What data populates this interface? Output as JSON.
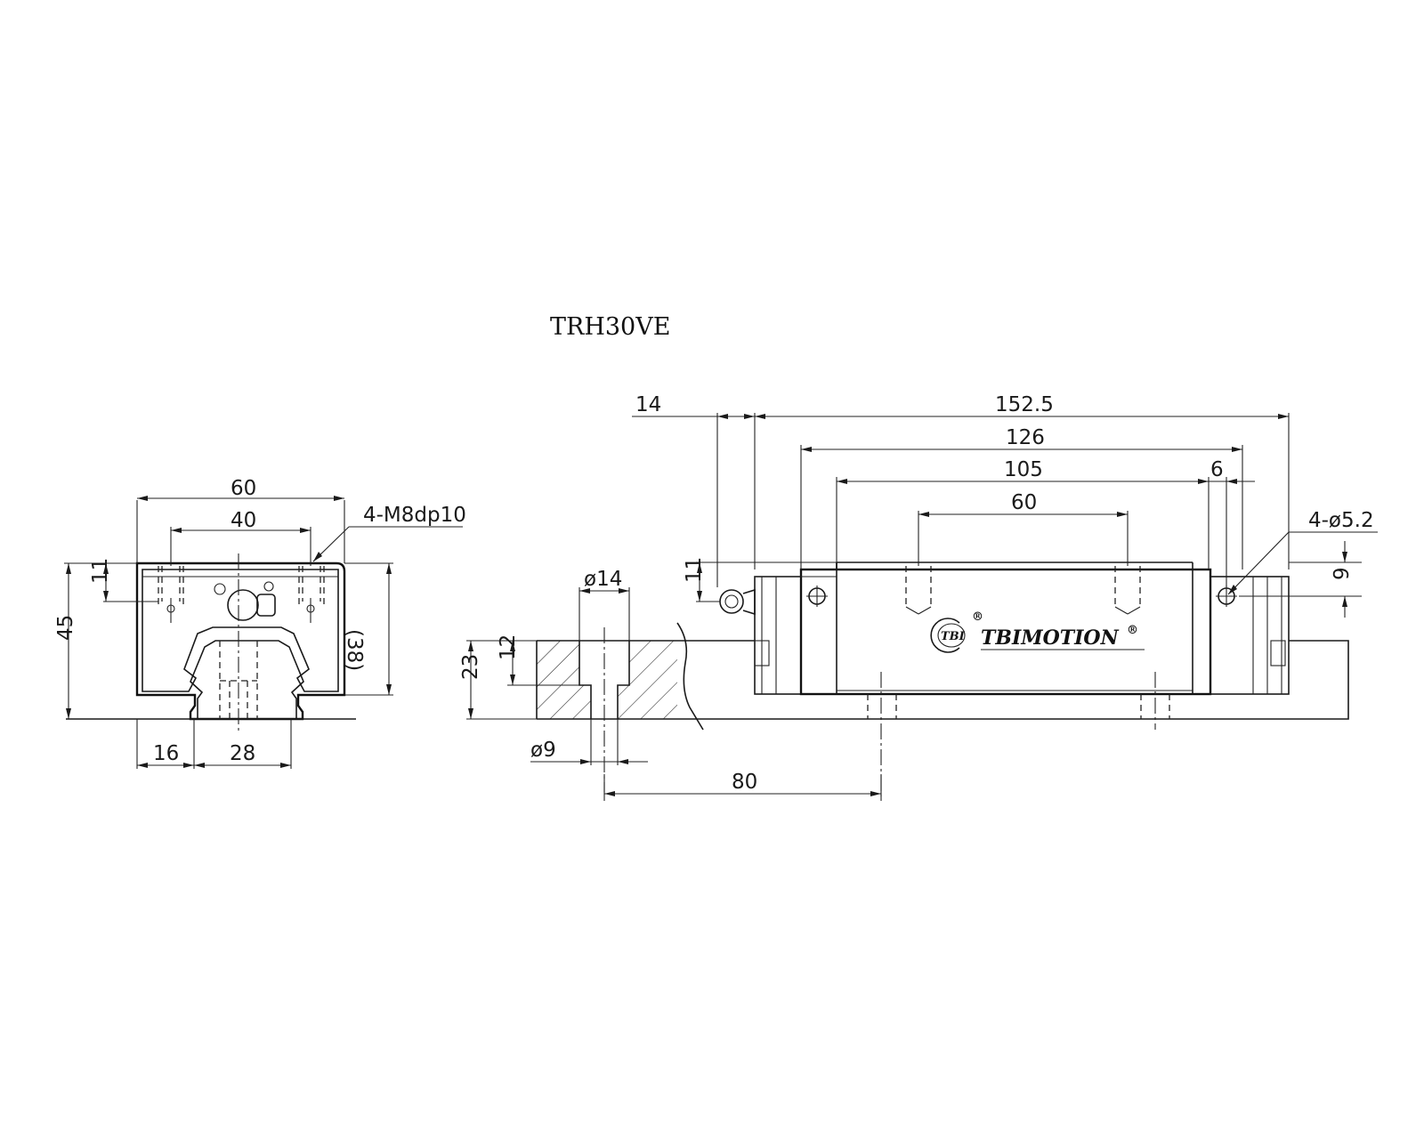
{
  "title": "TRH30VE",
  "colors": {
    "ink": "#1a1a1a",
    "background": "#ffffff"
  },
  "brand": {
    "logo": "TBI",
    "name": "TBIMOTION",
    "mark": "®"
  },
  "front_view": {
    "width": "60",
    "hole_pitch": "40",
    "tap_note": "4-M8dp10",
    "height": "45",
    "block_height": "(38)",
    "top_depth": "11",
    "edge_offset": "16",
    "rail_width": "28"
  },
  "side_view": {
    "overall_length": "152.5",
    "grease_nipple": "14",
    "body_length": "126",
    "steel_length": "105",
    "end_offset": "6",
    "mount_pitch": "60",
    "top_depth": "11",
    "seal_holes": "4-ø5.2",
    "seal_hole_height": "9",
    "counterbore_dia": "ø14",
    "bolt_dia": "ø9",
    "rail_height": "23",
    "counterbore_depth": "12",
    "rail_pitch": "80"
  }
}
